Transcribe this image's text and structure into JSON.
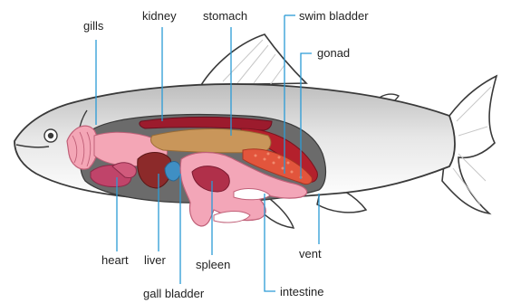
{
  "labels": {
    "gills": "gills",
    "kidney": "kidney",
    "stomach": "stomach",
    "swim_bladder": "swim bladder",
    "gonad": "gonad",
    "heart": "heart",
    "liver": "liver",
    "spleen": "spleen",
    "vent": "vent",
    "gall_bladder": "gall bladder",
    "intestine": "intestine"
  },
  "colors": {
    "leader_line": "#2b9bd6",
    "body_outline": "#3a3a3a",
    "body_fill_light": "#ffffff",
    "body_fill_shade": "#cfcfcf",
    "cavity": "#6b6b6b",
    "gills": "#f4a6b6",
    "kidney": "#9c1b2d",
    "stomach": "#c9965a",
    "swim_bladder": "#b4202c",
    "gonad": "#e2553c",
    "heart": "#c0446a",
    "liver": "#8c2a2a",
    "spleen": "#b0304a",
    "gall_bladder": "#3f8fc4",
    "intestine": "#f3a6b8"
  }
}
